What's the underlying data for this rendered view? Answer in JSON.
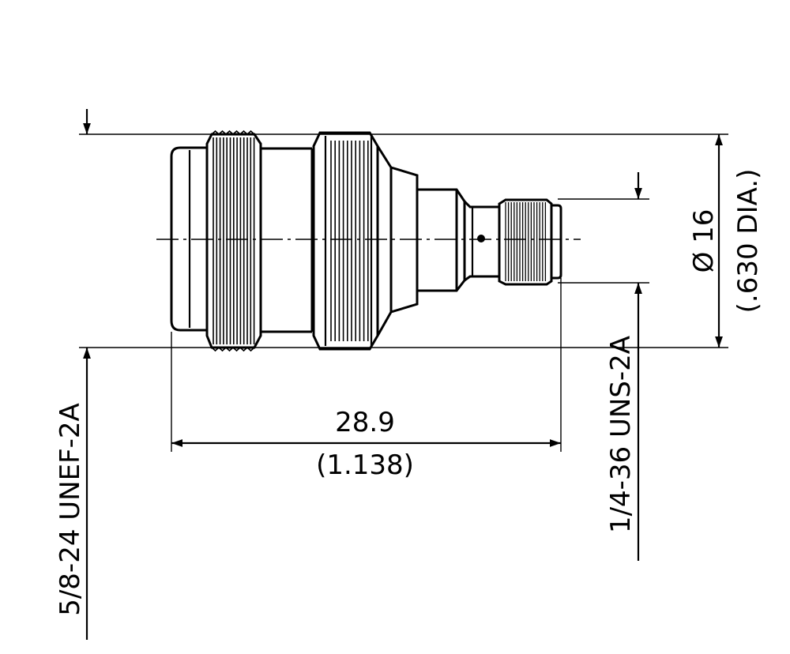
{
  "dimensions": {
    "length_mm": "28.9",
    "length_in": "(1.138)",
    "diameter_mm": "Ø 16",
    "diameter_in": "(.630 DIA.)",
    "thread_large": "5/8-24 UNEF-2A",
    "thread_small": "1/4-36 UNS-2A"
  },
  "colors": {
    "line": "#000000",
    "background": "#ffffff"
  }
}
